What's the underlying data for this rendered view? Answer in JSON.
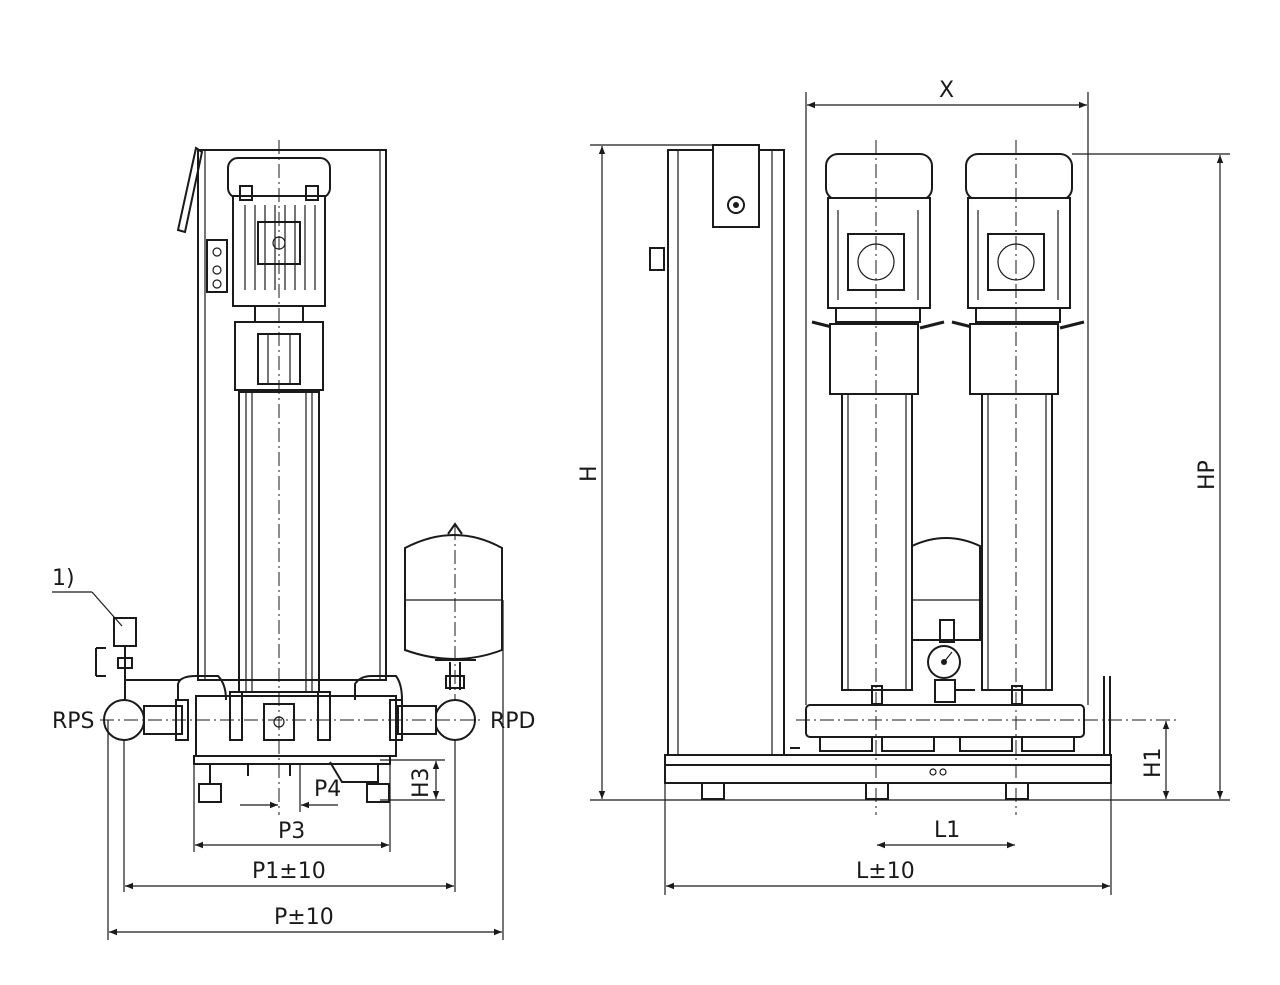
{
  "colors": {
    "line": "#1a1a1a",
    "background": "#ffffff"
  },
  "front_view": {
    "note_label": "1)",
    "suction_label": "RPS",
    "discharge_label": "RPD",
    "dim_h3": "H3",
    "dim_p4": "P4",
    "dim_p3": "P3",
    "dim_p1": "P1±10",
    "dim_p": "P±10"
  },
  "side_view": {
    "dim_x": "X",
    "dim_h": "H",
    "dim_hp": "HP",
    "dim_h1": "H1",
    "dim_l1": "L1",
    "dim_l": "L±10"
  }
}
